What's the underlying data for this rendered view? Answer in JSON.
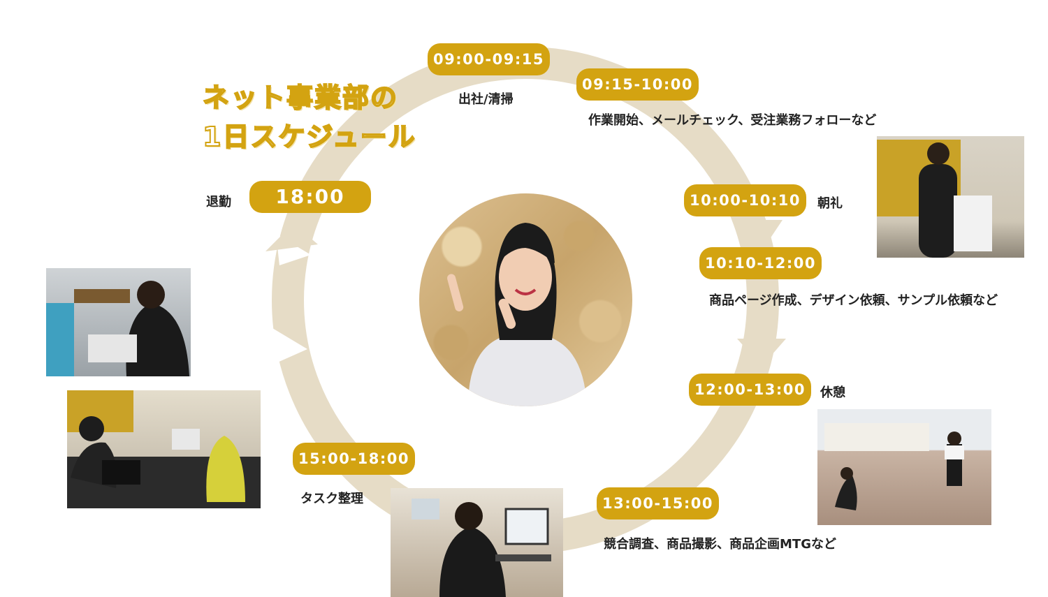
{
  "title": {
    "line1": "ネット事業部の",
    "line2": "1日スケジュール"
  },
  "schedule": [
    {
      "time": "09:00-09:15",
      "activity": "出社/清掃"
    },
    {
      "time": "09:15-10:00",
      "activity": "作業開始、メールチェック、受注業務フォローなど"
    },
    {
      "time": "10:00-10:10",
      "activity": "朝礼"
    },
    {
      "time": "10:10-12:00",
      "activity": "商品ページ作成、デザイン依頼、サンプル依頼など"
    },
    {
      "time": "12:00-13:00",
      "activity": "休憩"
    },
    {
      "time": "13:00-15:00",
      "activity": "競合調査、商品撮影、商品企画MTGなど"
    },
    {
      "time": "15:00-18:00",
      "activity": "タスク整理"
    },
    {
      "time": "18:00",
      "activity": "退勤"
    }
  ],
  "colors": {
    "accent": "#d3a311",
    "ring": "#e6dcc6",
    "text": "#1a1a1a"
  }
}
